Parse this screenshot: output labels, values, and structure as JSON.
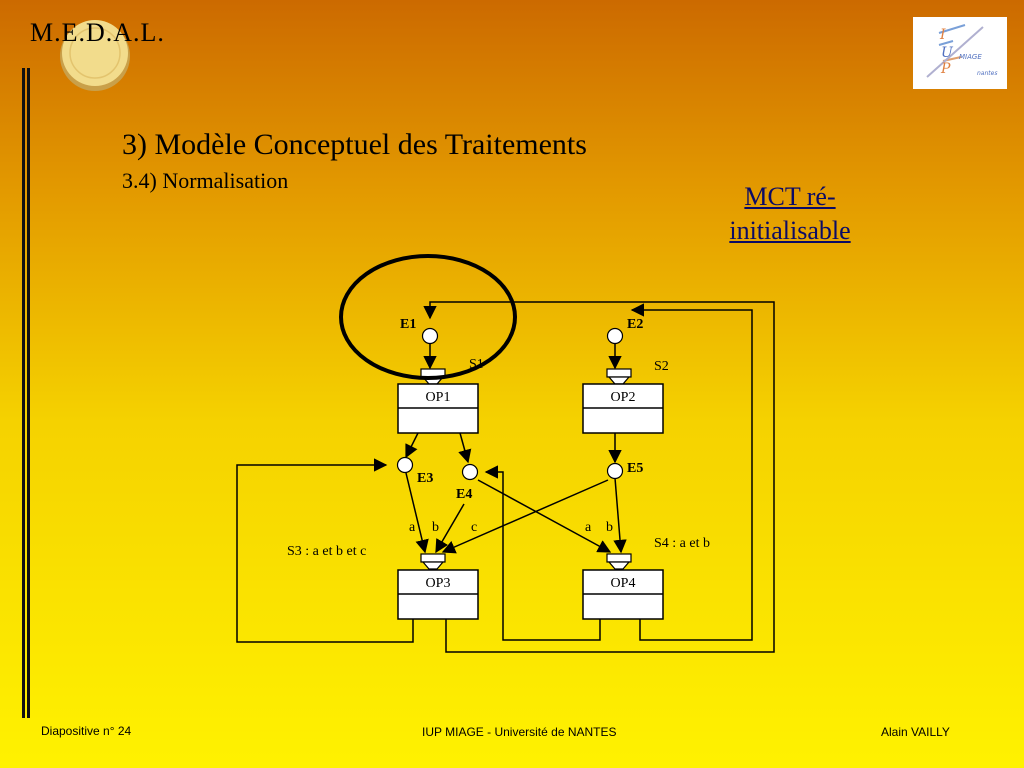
{
  "header": {
    "brand": "M.E.D.A.L."
  },
  "slide": {
    "title": "3) Modèle Conceptuel des Traitements",
    "subtitle": "3.4) Normalisation",
    "callout": "MCT ré-initialisable"
  },
  "diagram": {
    "events": {
      "e1": "E1",
      "e2": "E2",
      "e3": "E3",
      "e4": "E4",
      "e5": "E5"
    },
    "operations": {
      "op1": "OP1",
      "op2": "OP2",
      "op3": "OP3",
      "op4": "OP4"
    },
    "syncs": {
      "s1": "S1",
      "s2": "S2",
      "s3": "S3 : a et b et c",
      "s4": "S4 : a et b"
    },
    "arc_labels": {
      "a": "a",
      "b": "b",
      "c": "c"
    }
  },
  "footer": {
    "slide_number": "Diapositive n° 24",
    "institution": "IUP MIAGE - Université de NANTES",
    "author": "Alain VAILLY"
  },
  "colors": {
    "callout": "#0b0b66",
    "line": "#000000"
  }
}
